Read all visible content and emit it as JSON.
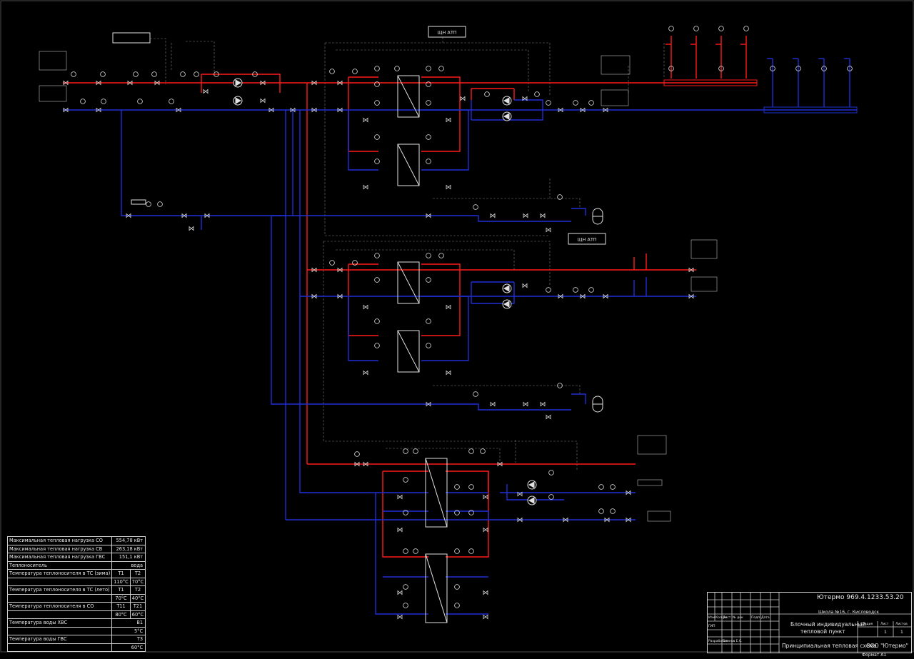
{
  "labels": {
    "atp_1": "ЩН АТП",
    "atp_2": "ЩН АТП"
  },
  "specs": {
    "rows": [
      {
        "label": "Максимальная тепловая нагрузка СО",
        "value": "554,78 кВт"
      },
      {
        "label": "Максимальная тепловая нагрузка СВ",
        "value": "263,18 кВт"
      },
      {
        "label": "Максимальная тепловая нагрузка ГВС",
        "value": "151,1 кВт"
      },
      {
        "label": "Теплоноситель",
        "value": "вода"
      },
      {
        "label": "Температура теплоносителя в ТС (зима)",
        "c1": "Т1",
        "c2": "Т2"
      },
      {
        "label": "",
        "c1": "110°С",
        "c2": "70°С"
      },
      {
        "label": "Температура теплоносителя в ТС (лето)",
        "c1": "Т1",
        "c2": "Т2"
      },
      {
        "label": "",
        "c1": "70°С",
        "c2": "40°С"
      },
      {
        "label": "Температура теплоносителя в СО",
        "c1": "Т11",
        "c2": "Т21"
      },
      {
        "label": "",
        "c1": "80°С",
        "c2": "60°С"
      },
      {
        "label": "Температура воды ХВС",
        "value": "В1"
      },
      {
        "label": "",
        "value": "5°С"
      },
      {
        "label": "Температура воды ГВС",
        "value": "Т3"
      },
      {
        "label": "",
        "value": "60°С"
      }
    ]
  },
  "stamp": {
    "code": "Ютермо 969.4.1233.53.20",
    "object": "Школа №16, г. Кисловодск",
    "title_line1": "Блочный индивидуальный",
    "title_line2": "тепловой пункт",
    "drawing_name": "Принципиальная тепловая схема",
    "org": "ООО \"Ютермо\"",
    "h_izm": "Изм",
    "h_kol": "Кол.уч",
    "h_list": "Лист",
    "h_doc": "№ док",
    "h_sign": "Подп.",
    "h_date": "Дата",
    "gip": "ГИП",
    "developed": "Разработал",
    "developer": "Блинов Е.С.",
    "stage_h": "Стадия",
    "sheet_h": "Лист",
    "sheets_h": "Листов",
    "sheet": "1",
    "sheets": "1",
    "format": "Формат А1"
  },
  "colors": {
    "supply": "#ff1a1a",
    "return": "#1f2fd6",
    "line": "#d8d8d8",
    "aux": "#8a8a8a"
  }
}
